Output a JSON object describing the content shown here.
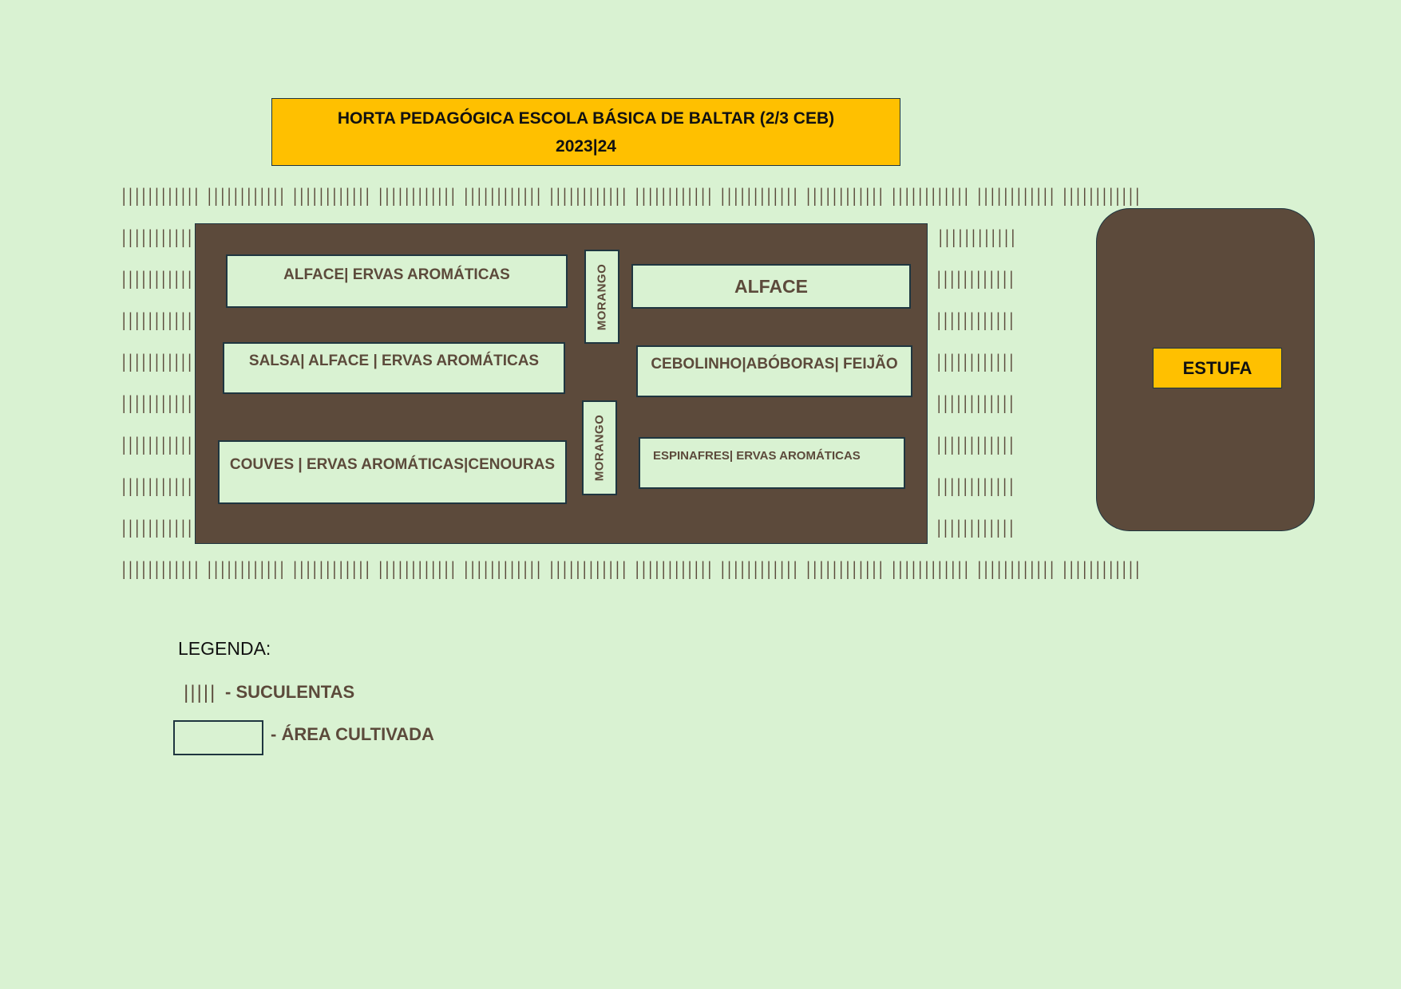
{
  "title": {
    "line1": "HORTA PEDAGÓGICA ESCOLA BÁSICA DE BALTAR (2/3 CEB)",
    "line2": "2023|24"
  },
  "succulent_mark": "||||||||||||",
  "beds": {
    "top_left": "ALFACE| ERVAS AROMÁTICAS",
    "morango_top": "MORANGO",
    "top_right": "ALFACE",
    "mid_left": "SALSA| ALFACE | ERVAS AROMÁTICAS",
    "mid_right": "CEBOLINHO|ABÓBORAS| FEIJÃO",
    "morango_bottom": "MORANGO",
    "bottom_left": "COUVES | ERVAS AROMÁTICAS|CENOURAS",
    "bottom_right": "ESPINAFRES| ERVAS AROMÁTICAS"
  },
  "estufa": "ESTUFA",
  "legend": {
    "title": "LEGENDA:",
    "succulents_symbol": "||||||||||||",
    "succulents_label": "- SUCULENTAS",
    "cultivated_label": "- ÁREA CULTIVADA"
  },
  "colors": {
    "background": "#d9f2d2",
    "soil": "#5c4a3b",
    "highlight": "#ffc000",
    "border": "#1f3640"
  }
}
